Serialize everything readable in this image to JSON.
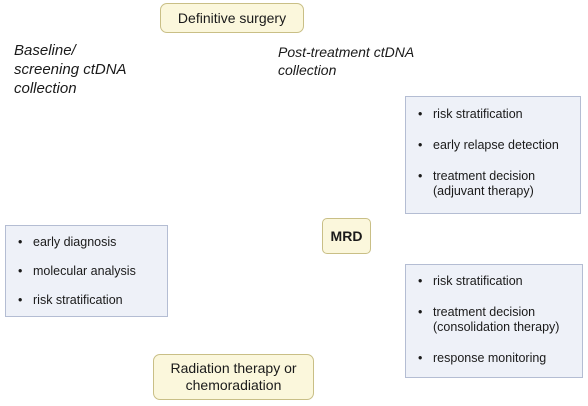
{
  "surgery_label": "Definitive surgery",
  "baseline": {
    "line1": "Baseline/",
    "line2": "screening ctDNA",
    "line3": "collection"
  },
  "post": {
    "line1": "Post-treatment ctDNA",
    "line2": "collection"
  },
  "baseline_list": [
    "early diagnosis",
    "molecular analysis",
    "risk stratification"
  ],
  "post_surgery_list": [
    "risk stratification",
    "early relapse detection",
    "treatment decision",
    "(adjuvant therapy)"
  ],
  "post_radiation_list": [
    "risk stratification",
    "treatment decision",
    "(consolidation therapy)",
    "response monitoring"
  ],
  "mrd_label": "MRD",
  "radiation": {
    "line1": "Radiation therapy or",
    "line2": "chemoradiation"
  },
  "colors": {
    "tag_fill": "#fbf7dc",
    "box_fill": "#eef1f8",
    "blood": "#c8102e"
  }
}
